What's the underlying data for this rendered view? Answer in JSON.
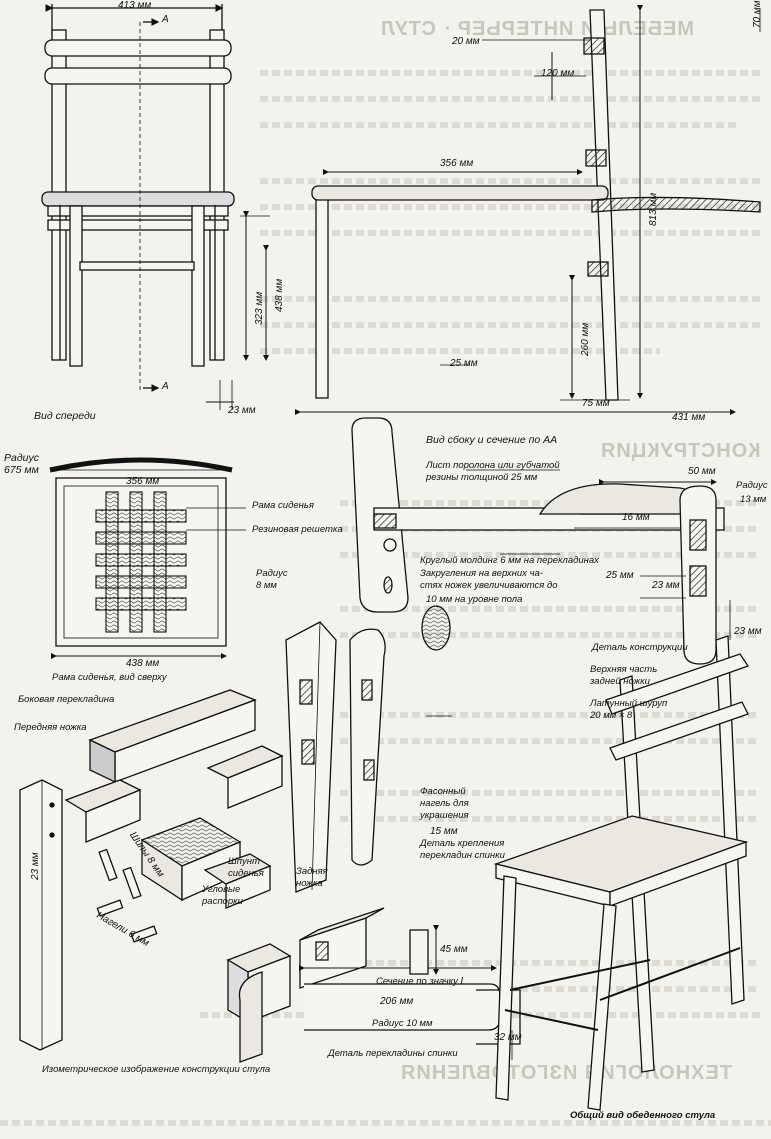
{
  "ghost_text": {
    "heading1": "МЕБЕЛЬ И ИНТЕРЬЕР · СТУЛ",
    "heading2": "КОНСТРУКЦИЯ",
    "heading3": "ТЕХНОЛОГИЯ ИЗГОТОВЛЕНИЯ"
  },
  "front_view": {
    "caption": "Вид спереди",
    "width": "413 мм",
    "section_marker": "А",
    "height_seat": "323 мм",
    "height_seat_total": "438 мм",
    "leg": "23 мм"
  },
  "side_view": {
    "caption": "Вид сбоку и сечение по АА",
    "top_offset": "20 мм",
    "top": "70 мм",
    "back_gap": "120 мм",
    "depth": "356 мм",
    "total_height": "813 мм",
    "lower_height": "260 мм",
    "foot": "25 мм",
    "leg_base": "75 мм",
    "base_depth": "431 мм"
  },
  "seat_frame": {
    "radius_label": "Радиус",
    "radius_value": "675 мм",
    "width": "356 мм",
    "depth": "438 мм",
    "frame_label": "Рама сиденья",
    "grid_label": "Резиновая решетка",
    "corner_radius_label": "Радиус",
    "corner_radius_value": "8 мм"
  },
  "detail": {
    "foam": "Лист поролона или губчатой\nрезины толщиной 25 мм",
    "dowel": "Круглый молдинг 6 мм на перекладинах",
    "rounding": "Закругления на верхних ча-\nстях ножек увеличиваются до",
    "floor": "10 мм на уровне пола",
    "top_w": "50 мм",
    "radius": "Радиус",
    "radius_v": "13 мм",
    "w16": "16 мм",
    "w25": "25 мм",
    "w23a": "23 мм",
    "w23b": "23 мм",
    "caption": "Деталь конструкции",
    "back_leg_top": "Верхняя часть\nзадней ножки",
    "screw": "Латунный шуруп\n20 мм × 8"
  },
  "iso": {
    "frame_top": "Рама сиденья, вид сверху",
    "side_rail": "Боковая перекладина",
    "front_leg": "Передняя ножка",
    "studs": "Шипы 8 мм",
    "dowels": "Нагели 6 мм",
    "tenon": "Шпунт\nсиденья",
    "braces": "Угловые\nраспорки",
    "rear_leg": "Задняя\nножка",
    "leg23": "23 мм",
    "shaped_dowel": "Фасонный\nнагель для\nукрашения",
    "w15": "15 мм",
    "back_rail_detail": "Деталь крепления\nперекладин спинки",
    "section": "Сечение по значку Ⅰ",
    "h45": "45 мм",
    "w206": "206 мм",
    "radius10": "Радиус 10 мм",
    "h32": "32 мм",
    "back_rail": "Деталь перекладины спинки",
    "caption": "Изометрическое изображение конструкции стула"
  },
  "general": {
    "caption": "Общий вид обеденного стула"
  }
}
